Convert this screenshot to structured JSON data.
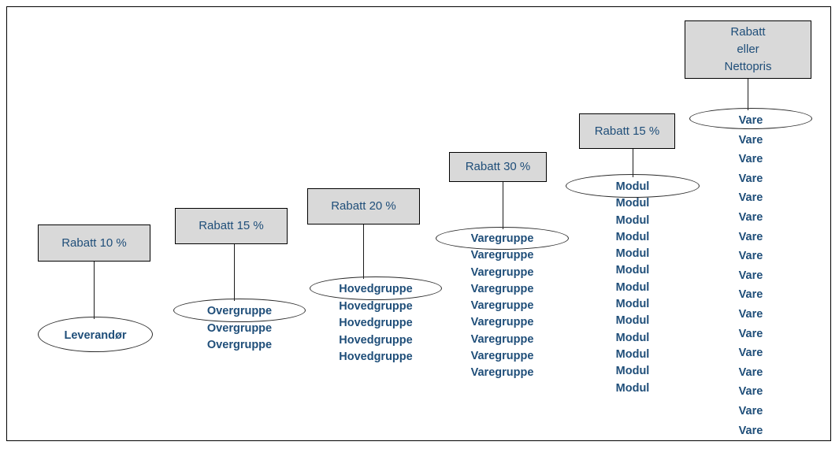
{
  "diagram": {
    "title": "Rabattstruktur hierarki",
    "colors": {
      "box_fill": "#d9d9d9",
      "box_border": "#000000",
      "text_blue": "#1f4e79",
      "ellipse_border": "#2b2b2b",
      "frame_border": "#000000",
      "background": "#ffffff"
    },
    "columns": [
      {
        "id": "leverandor",
        "discount_label": "Rabatt 10 %",
        "entity_label": "Leverandør",
        "count": 1,
        "items": [
          "Leverandør"
        ]
      },
      {
        "id": "overgruppe",
        "discount_label": "Rabatt 15 %",
        "entity_label": "Overgruppe",
        "count": 3,
        "items": [
          "Overgruppe",
          "Overgruppe",
          "Overgruppe"
        ]
      },
      {
        "id": "hovedgruppe",
        "discount_label": "Rabatt 20 %",
        "entity_label": "Hovedgruppe",
        "count": 5,
        "items": [
          "Hovedgruppe",
          "Hovedgruppe",
          "Hovedgruppe",
          "Hovedgruppe",
          "Hovedgruppe"
        ]
      },
      {
        "id": "varegruppe",
        "discount_label": "Rabatt 30 %",
        "entity_label": "Varegruppe",
        "count": 9,
        "items": [
          "Varegruppe",
          "Varegruppe",
          "Varegruppe",
          "Varegruppe",
          "Varegruppe",
          "Varegruppe",
          "Varegruppe",
          "Varegruppe",
          "Varegruppe"
        ]
      },
      {
        "id": "modul",
        "discount_label": "Rabatt 15 %",
        "entity_label": "Modul",
        "count": 13,
        "items": [
          "Modul",
          "Modul",
          "Modul",
          "Modul",
          "Modul",
          "Modul",
          "Modul",
          "Modul",
          "Modul",
          "Modul",
          "Modul",
          "Modul",
          "Modul"
        ]
      },
      {
        "id": "vare",
        "discount_label": "Rabatt\neller\nNettopris",
        "entity_label": "Vare",
        "count": 17,
        "items": [
          "Vare",
          "Vare",
          "Vare",
          "Vare",
          "Vare",
          "Vare",
          "Vare",
          "Vare",
          "Vare",
          "Vare",
          "Vare",
          "Vare",
          "Vare",
          "Vare",
          "Vare",
          "Vare",
          "Vare"
        ]
      }
    ]
  }
}
